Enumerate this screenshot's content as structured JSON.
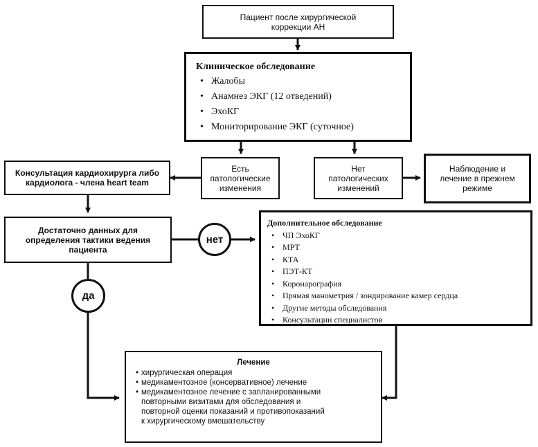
{
  "start": {
    "line1": "Пациент после хирургической",
    "line2": "коррекции АН"
  },
  "clinical": {
    "title": "Клиническое обследование",
    "items": [
      "Жалобы",
      "Анамнез ЭКГ (12 отведений)",
      "ЭхоКГ",
      "Мониторирование ЭКГ (суточное)"
    ]
  },
  "has_changes": {
    "line1": "Есть",
    "line2": "патологические",
    "line3": "изменения"
  },
  "no_changes": {
    "line1": "Нет",
    "line2": "патологических",
    "line3": "изменений"
  },
  "observation": {
    "line1": "Наблюдение и",
    "line2": "лечение в прежнем",
    "line3": "режиме"
  },
  "consult": {
    "line1": "Консультация кардиохирурга либо",
    "line2": "кардиолога - члена heart team"
  },
  "enough_data": {
    "line1": "Достаточно данных для",
    "line2": "определения тактики ведения",
    "line3": "пациента"
  },
  "no_label": "нет",
  "yes_label": "да",
  "additional": {
    "title": "Дополнительное обследование",
    "items": [
      "ЧП ЭхоКГ",
      "МРТ",
      "КТА",
      "ПЭТ-КТ",
      "Коронарография",
      "Прямая манометрия / зондирование камер сердца",
      "Другие методы обследования",
      "Консультации специалистов"
    ]
  },
  "treatment": {
    "title": "Лечение",
    "items": [
      {
        "lines": [
          "хирургическая операция"
        ]
      },
      {
        "lines": [
          "медикаментозное (консервативное) лечение"
        ]
      },
      {
        "lines": [
          "медикаментозное лечение с запланированными",
          "повторными визитами для обследования и",
          "повторной оценки показаний и противопоказаний",
          "к хирургическому вмешательству"
        ]
      }
    ]
  }
}
